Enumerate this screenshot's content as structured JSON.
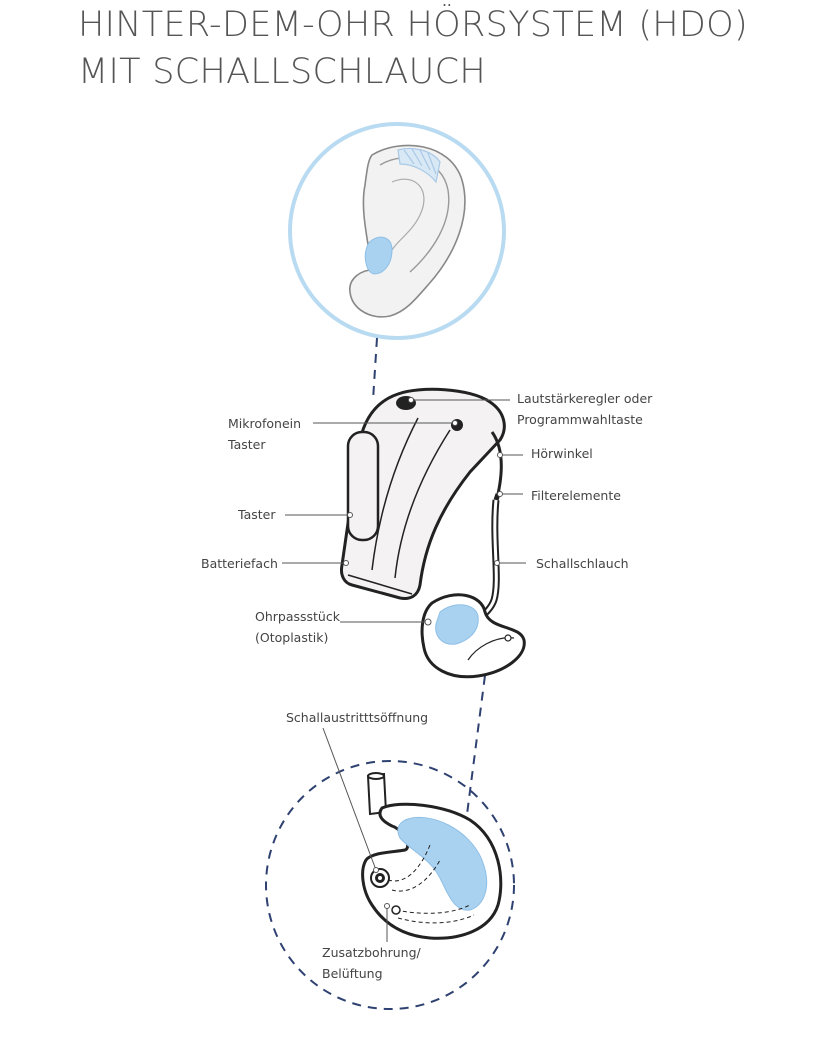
{
  "title": {
    "line1": "HINTER-DEM-OHR HÖRSYSTEM (HDO)",
    "line2": "MIT SCHALLSCHLAUCH"
  },
  "labels": {
    "mikrofon": {
      "line1": "Mikrofonein",
      "line2": "Taster"
    },
    "taster": "Taster",
    "batteriefach": "Batteriefach",
    "ohrpassstueck": {
      "line1": "Ohrpassstück",
      "line2": "(Otoplastik)"
    },
    "lautstaerke": {
      "line1": "Lautstärkeregler oder",
      "line2": "Programmwahltaste"
    },
    "hoerwinkel": "Hörwinkel",
    "filterelemente": "Filterelemente",
    "schallschlauch": "Schallschlauch",
    "schallaustritt": "Schallaustritttsöffnung",
    "zusatzbohrung": {
      "line1": "Zusatzbohrung/",
      "line2": "Belüftung"
    }
  },
  "colors": {
    "accent_blue": "#a9d2f0",
    "circle_blue": "#b9dbf2",
    "dashed_navy": "#2e4170",
    "outline": "#222222",
    "leader": "#555555"
  },
  "icons": {
    "ear": "ear-illustration",
    "hearing_aid": "bte-hearing-aid-illustration",
    "earmold": "earmold-illustration"
  }
}
